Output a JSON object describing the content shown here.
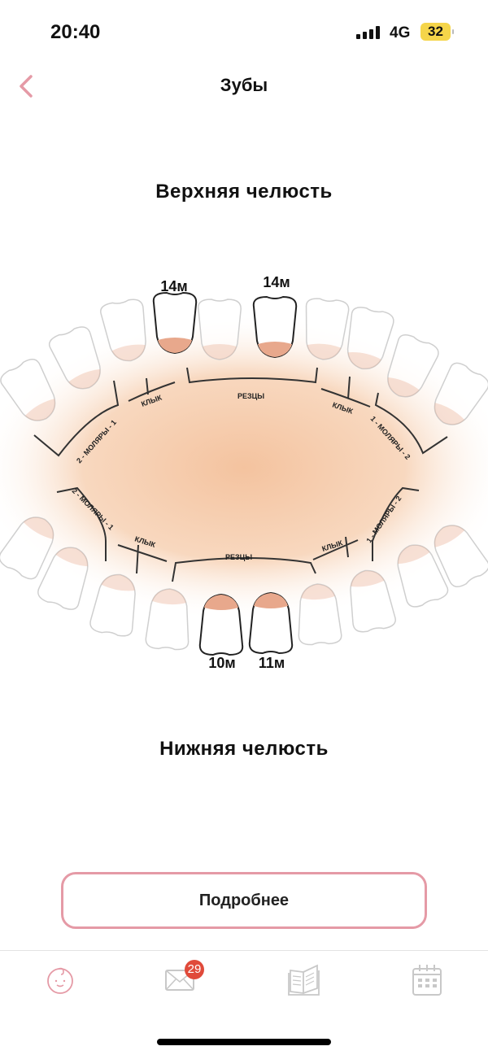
{
  "status_bar": {
    "time": "20:40",
    "network": "4G",
    "battery": "32"
  },
  "header": {
    "title": "Зубы",
    "back_icon": "chevron-left-icon"
  },
  "upper_jaw": {
    "title": "Верхняя челюсть",
    "erupted": [
      "14м",
      "14м"
    ],
    "groups": {
      "incisors": "РЕЗЦЫ",
      "canine_left": "КЛЫК",
      "canine_right": "КЛЫК",
      "molars_left": "2 - МОЛЯРЫ - 1",
      "molars_right": "1 - МОЛЯРЫ - 2"
    }
  },
  "lower_jaw": {
    "title": "Нижняя челюсть",
    "erupted": [
      "10м",
      "11м"
    ],
    "groups": {
      "incisors": "РЕЗЦЫ",
      "canine_left": "КЛЫК",
      "canine_right": "КЛЫК",
      "molars_left": "2 - МОЛЯРЫ - 1",
      "molars_right": "1 - МОЛЯРЫ - 2"
    }
  },
  "details_button": "Подробнее",
  "tabs": [
    {
      "icon": "baby-face-icon",
      "active": true
    },
    {
      "icon": "mail-icon",
      "badge": "29"
    },
    {
      "icon": "book-icon"
    },
    {
      "icon": "calendar-icon"
    }
  ],
  "colors": {
    "accent": "#e59aa6",
    "gum": "#e8a88c",
    "badge": "#e04a3a"
  }
}
